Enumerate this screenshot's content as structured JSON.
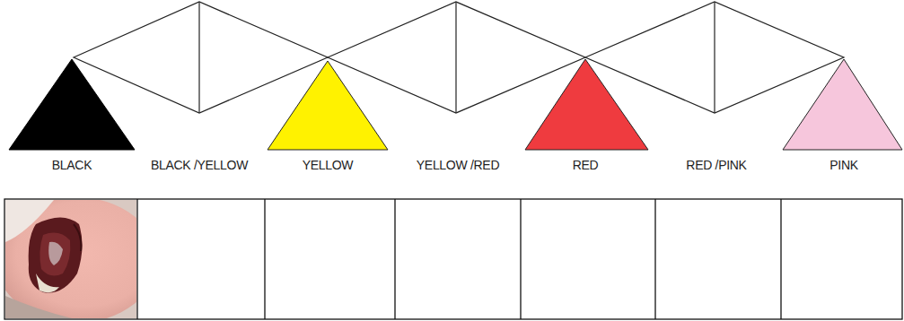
{
  "diagram": {
    "labels": [
      "BLACK",
      "BLACK /YELLOW",
      "YELLOW",
      "YELLOW /RED",
      "RED",
      "RED /PINK",
      "PINK"
    ]
  }
}
